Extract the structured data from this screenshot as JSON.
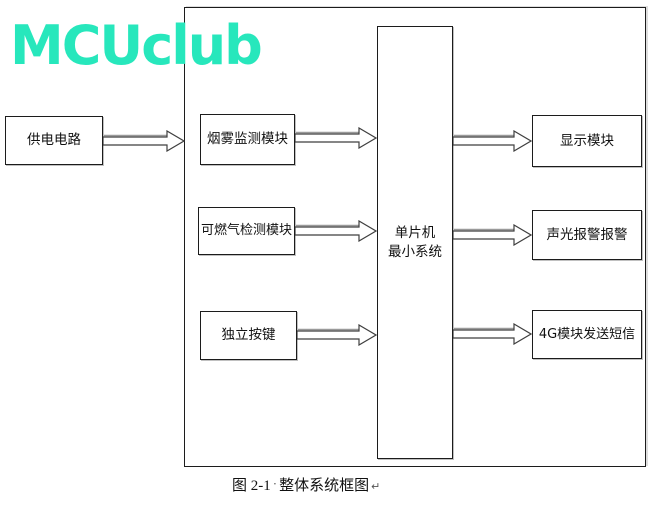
{
  "logo": {
    "text": "MCUclub"
  },
  "blocks": {
    "power": {
      "label": "供电电路"
    },
    "smoke": {
      "label": "烟雾监测模块"
    },
    "gas": {
      "label": "可燃气检测模块"
    },
    "keys": {
      "label": "独立按键"
    },
    "mcu": {
      "label_line1": "单片机",
      "label_line2": "最小系统"
    },
    "display": {
      "label": "显示模块"
    },
    "alarm": {
      "label": "声光报警报警"
    },
    "sms4g": {
      "label": "4G模块发送短信"
    }
  },
  "caption": {
    "figure_label": "图 2-1",
    "space_mark": "·",
    "title": "整体系统框图",
    "paragraph_mark": "↵"
  },
  "colors": {
    "logo": "#27e7bc",
    "line": "#1c1c1c",
    "background": "#ffffff"
  }
}
